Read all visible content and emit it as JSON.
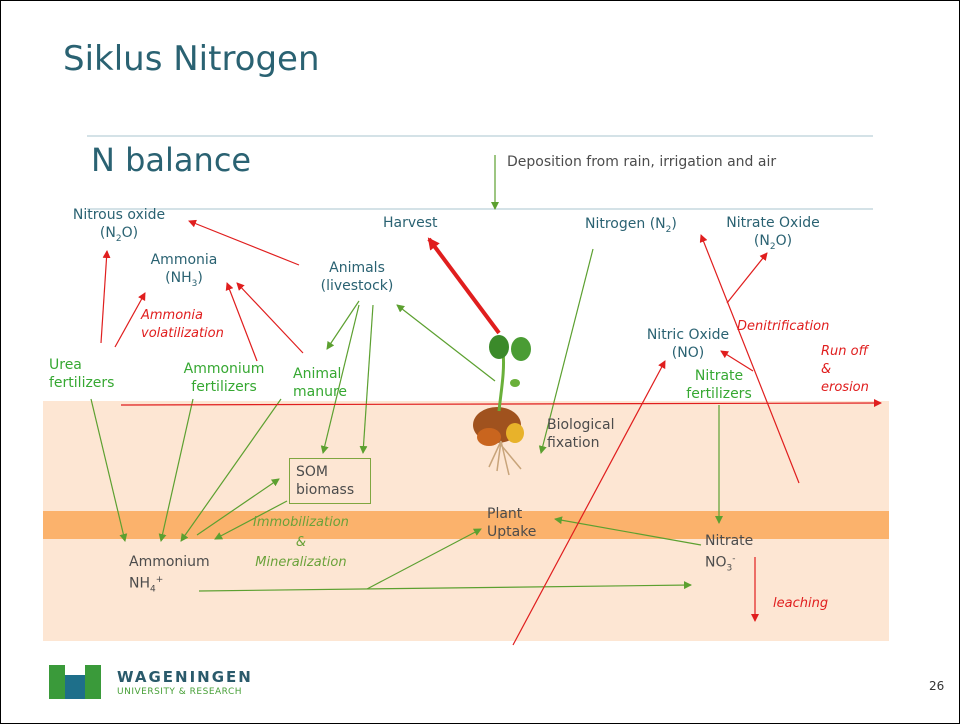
{
  "title": "Siklus Nitrogen",
  "subtitle": "N balance",
  "page_number": "26",
  "labels": {
    "deposition": "Deposition from rain, irrigation and air",
    "harvest": "Harvest",
    "nitrous_oxide": "Nitrous oxide",
    "n2o_1": "(N",
    "n2o_2": "O)",
    "ammonia": "Ammonia",
    "nh3_1": "(NH",
    "nh3_2": ")",
    "animals": "Animals",
    "livestock": "(livestock)",
    "nitrogen_n2_1": "Nitrogen (N",
    "nitrogen_n2_2": ")",
    "nitrate_oxide": "Nitrate Oxide",
    "no2_1": "(N",
    "no2_2": "O)",
    "ammonia_volatilization_1": "Ammonia",
    "ammonia_volatilization_2": "volatilization",
    "nitric_oxide": "Nitric Oxide",
    "no": "(NO)",
    "denitrification": "Denitrification",
    "run_off_1": "Run off",
    "run_off_2": "&",
    "run_off_3": "erosion",
    "urea_1": "Urea",
    "urea_2": "fertilizers",
    "ammonium_f_1": "Ammonium",
    "ammonium_f_2": "fertilizers",
    "animal_manure_1": "Animal",
    "animal_manure_2": "manure",
    "nitrate_f_1": "Nitrate",
    "nitrate_f_2": "fertilizers",
    "biological_1": "Biological",
    "biological_2": "fixation",
    "som_1": "SOM",
    "som_2": "biomass",
    "immobilization_1": "Immobilization",
    "immobilization_2": "&",
    "mineralization": "Mineralization",
    "plant_uptake_1": "Plant",
    "plant_uptake_2": "Uptake",
    "ammonium_1": "Ammonium",
    "ammonium_2": "NH",
    "ammonium_sub": "4",
    "ammonium_sup": "+",
    "nitrate_1": "Nitrate",
    "nitrate_2": "NO",
    "nitrate_sub": "3",
    "nitrate_sup": "-",
    "leaching": "leaching",
    "sub2": "2",
    "sub3": "3"
  },
  "logo": {
    "name": "WAGENINGEN",
    "tagline": "UNIVERSITY & RESEARCH"
  },
  "colors": {
    "teal": "#2a6272",
    "green": "#36a832",
    "red": "#e01e1e",
    "soil_light": "#fde6d3",
    "soil_band": "#fbb26c"
  }
}
